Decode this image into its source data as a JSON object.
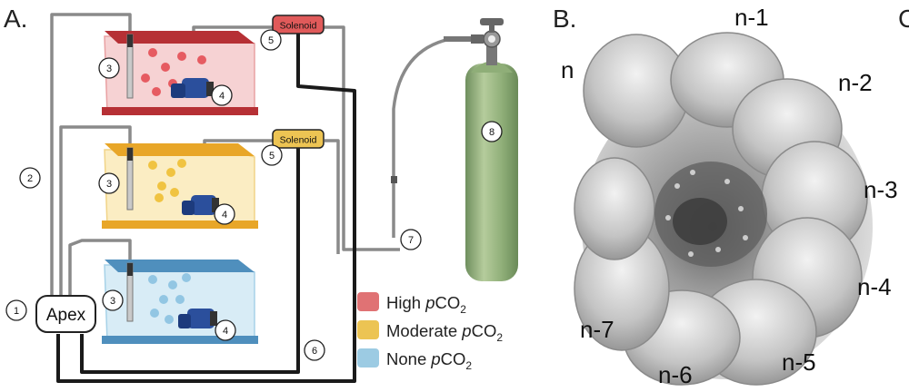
{
  "panel_a": {
    "label": "A.",
    "controller": "Apex",
    "solenoid_labels": [
      "Solenoid",
      "Solenoid"
    ],
    "markers": {
      "m1": "1",
      "m2": "2",
      "m3": "3",
      "m4": "4",
      "m5": "5",
      "m6": "6",
      "m7": "7",
      "m8": "8"
    },
    "legend": [
      {
        "text": "High ",
        "italic": "p",
        "rest": "CO",
        "sub": "2",
        "color": "#e07274"
      },
      {
        "text": "Moderate ",
        "italic": "p",
        "rest": "CO",
        "sub": "2",
        "color": "#ecc453"
      },
      {
        "text": "None ",
        "italic": "p",
        "rest": "CO",
        "sub": "2",
        "color": "#9ccbe3"
      }
    ],
    "tank_colors": {
      "high": "#c0333b",
      "moderate": "#e6a52c",
      "none": "#4a8ab8"
    }
  },
  "panel_b": {
    "label": "B.",
    "chambers": [
      "n",
      "n-1",
      "n-2",
      "n-3",
      "n-4",
      "n-5",
      "n-6",
      "n-7"
    ]
  },
  "panel_c": {
    "label_partial": "C"
  }
}
